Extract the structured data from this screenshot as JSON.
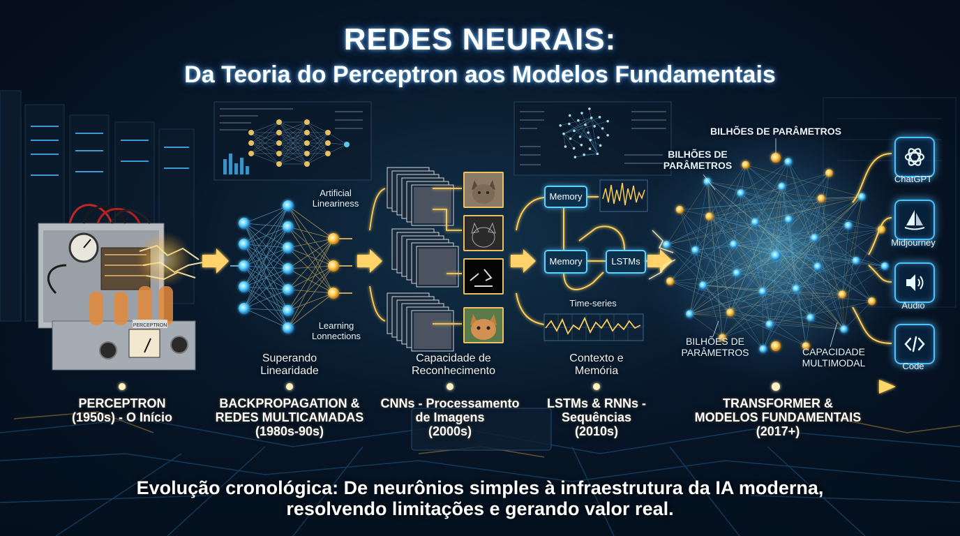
{
  "title": {
    "line1": "REDES NEURAIS:",
    "line2": "Da Teoria do Perceptron aos Modelos Fundamentais"
  },
  "eras": [
    {
      "label": "PERCEPTRON\n(1950s) - O Início"
    },
    {
      "label": "BACKPROPAGATION &\nREDES MULTICAMADAS\n(1980s-90s)",
      "caption": "Superando\nLinearidade"
    },
    {
      "label": "CNNs - Processamento\nde Imagens\n(2000s)",
      "caption": "Capacidade de\nReconhecimento"
    },
    {
      "label": "LSTMs & RNNs -\nSequências\n(2010s)",
      "caption": "Contexto e\nMemória"
    },
    {
      "label": "TRANSFORMER &\nMODELOS FUNDAMENTAIS\n(2017+)"
    }
  ],
  "mlp_labels": {
    "top": "Artificial\nLineariness",
    "bottom": "Learning\nLonnections"
  },
  "perceptron_plate": "PERCEPTRON",
  "lstm": {
    "memory_top": "Memory",
    "memory_mid": "Memory",
    "lstms": "LSTMs",
    "time_series": "Time-series"
  },
  "transformer_labels": {
    "top": "BILHÕES DE PARÂMETROS",
    "upper_left": "BILHÕES DE\nPARÂMETROS",
    "lower_left": "BILHÕES DE\nPARÂMETROS",
    "lower_right": "CAPACIDADE\nMULTIMODAL"
  },
  "outputs": [
    {
      "label": "ChatGPT",
      "icon": "openai-icon"
    },
    {
      "label": "Midjourney",
      "icon": "sailboat-icon"
    },
    {
      "label": "Audio",
      "icon": "speaker-icon"
    },
    {
      "label": "Code",
      "icon": "code-icon"
    }
  ],
  "footer": "Evolução cronológica: De neurônios simples à infraestrutura da IA moderna,\nresolvendo limitações e gerando valor real.",
  "colors": {
    "accent_gold": "#ffcf5a",
    "accent_blue": "#4ec3ff",
    "background": "#08182a"
  }
}
